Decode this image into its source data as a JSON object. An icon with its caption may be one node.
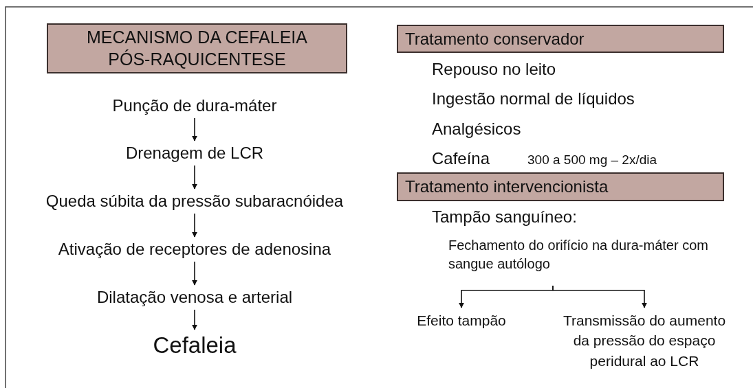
{
  "diagram": {
    "nodes": [
      {
        "text": [
          "MECANISMO DA CEFALEIA PÓS-RAQUICENTESE"
        ]
      },
      {
        "text": [
          "Punção de dura-máter"
        ]
      },
      {
        "text": [
          "Drenagem de LCR"
        ]
      },
      {
        "text": [
          "Queda súbita da pressão subaracnóidea"
        ]
      },
      {
        "text": [
          "Ativação de receptores de adenosina"
        ]
      },
      {
        "text": [
          "Dilatação venosa e arterial"
        ]
      },
      {
        "text": [
          "Cefaleia"
        ]
      },
      {
        "text": [
          "Tratamento conservador"
        ]
      },
      {
        "text": [
          "Tratamento intervencionista"
        ]
      },
      {
        "text": [
          "Fechamento do orifício na dura-máter com sangue autólogo"
        ]
      },
      {
        "text": [
          "Efeito tampão"
        ]
      },
      {
        "text": [
          "Transmissão do aumento da pressão do espaço peridural ao LCR"
        ]
      }
    ],
    "edges": [
      {
        "from": 1,
        "to": 2,
        "arrow": "to"
      },
      {
        "from": 2,
        "to": 3,
        "arrow": "to"
      },
      {
        "from": 3,
        "to": 4,
        "arrow": "to"
      },
      {
        "from": 4,
        "to": 5,
        "arrow": "to"
      },
      {
        "from": 5,
        "to": 6,
        "arrow": "to"
      },
      {
        "from": 9,
        "to": 10,
        "arrow": "to"
      },
      {
        "from": 9,
        "to": 11,
        "arrow": "to"
      }
    ],
    "labels": [
      "Repouso no leito",
      "Ingestão normal de líquidos",
      "Analgésicos",
      "Cafeína",
      "300 a 500 mg – 2x/dia",
      "Tampão sanguíneo:"
    ]
  }
}
